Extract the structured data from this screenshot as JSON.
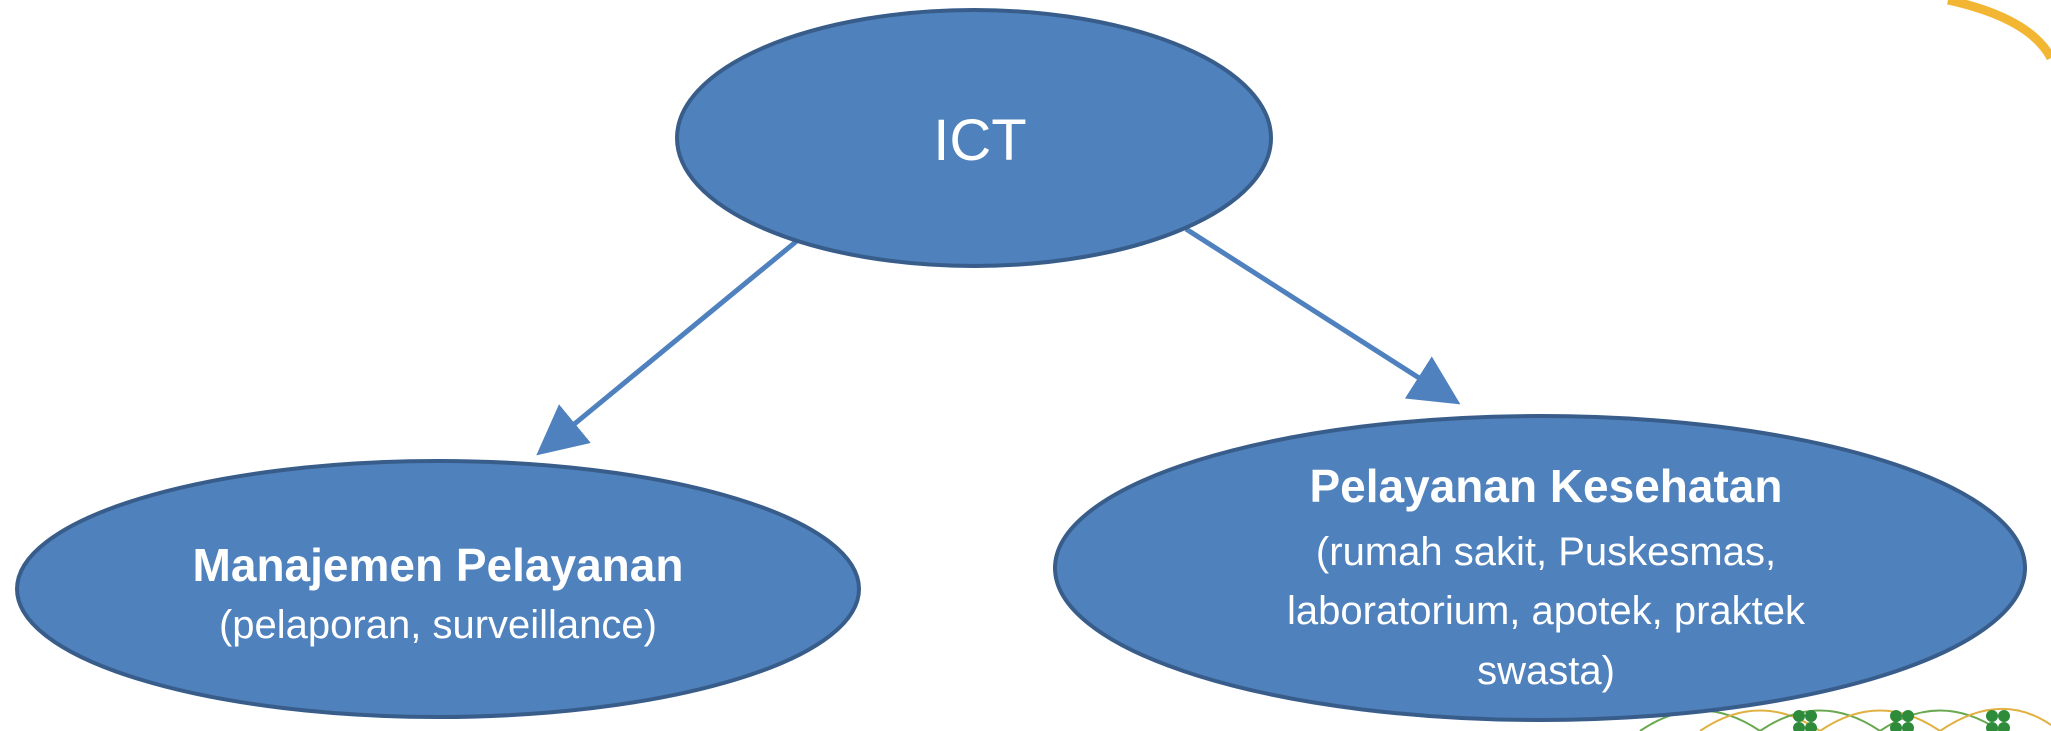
{
  "diagram": {
    "nodes": [
      {
        "id": "ict",
        "label": "ICT"
      },
      {
        "id": "manajemen",
        "label": "Manajemen Pelayanan",
        "sub": [
          "(pelaporan, surveillance)"
        ]
      },
      {
        "id": "pelayanan",
        "label": "Pelayanan Kesehatan",
        "sub": [
          "(rumah sakit, Puskesmas,",
          "laboratorium, apotek, praktek",
          "swasta)"
        ]
      }
    ],
    "edges": [
      {
        "from": "ict",
        "to": "manajemen"
      },
      {
        "from": "ict",
        "to": "pelayanan"
      }
    ]
  },
  "colors": {
    "node_fill": "#4f81bd",
    "node_stroke": "#385d8a",
    "edge": "#4e81bd",
    "text": "#ffffff",
    "decor_gold": "#f2b632",
    "decor_green": "#2e8b3a"
  }
}
